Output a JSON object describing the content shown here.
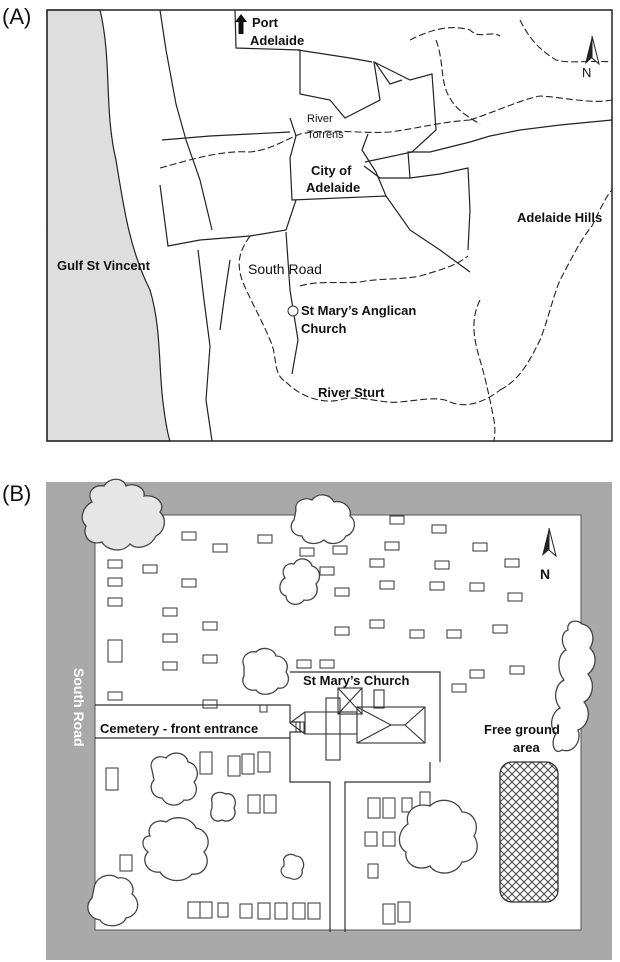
{
  "panel_a": {
    "label": "(A)",
    "north": "N",
    "labels": {
      "port_line1": "Port",
      "port_line2": "Adelaide",
      "river_torrens_line1": "River",
      "river_torrens_line2": "Torrens",
      "city_line1": "City of",
      "city_line2": "Adelaide",
      "hills": "Adelaide Hills",
      "gulf": "Gulf St Vincent",
      "south_road": "South Road",
      "church_line1": "St Mary’s Anglican",
      "church_line2": "Church",
      "river_sturt": "River Sturt"
    },
    "colors": {
      "sea": "#dedede",
      "border": "#222222"
    }
  },
  "panel_b": {
    "label": "(B)",
    "north": "N",
    "labels": {
      "south_road": "South Road",
      "church": "St Mary’s Church",
      "entrance": "Cemetery - front entrance",
      "free_line1": "Free ground",
      "free_line2": "area"
    },
    "colors": {
      "surround": "#a9a9a9",
      "ground": "#ffffff"
    }
  }
}
